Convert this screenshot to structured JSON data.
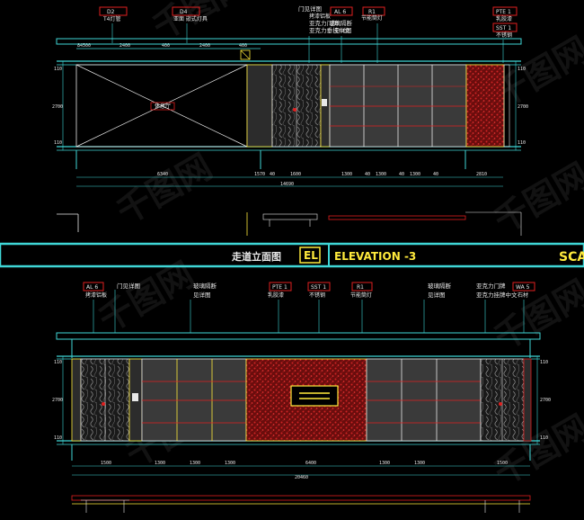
{
  "title_bar": {
    "chinese_title": "走道立面图",
    "badge": "EL",
    "elevation_label": "ELEVATION -3",
    "scale_label": "SCA"
  },
  "watermark": {
    "text": "千图网"
  },
  "top_drawing": {
    "tags": [
      {
        "code": "D2",
        "label": "T4灯管"
      },
      {
        "code": "D4",
        "label": "亚面 嵌式灯具"
      },
      {
        "code": "AL 6",
        "label": "拷漆铝板"
      },
      {
        "code": "R1",
        "label": "节能筒灯"
      },
      {
        "code": "PTE 1",
        "label": "乳胶漆"
      },
      {
        "code": "SST 1",
        "label": "不锈钢"
      }
    ],
    "notes": [
      "门见详图",
      "玻璃隔断",
      "见详图",
      "亚克力门牌",
      "亚克力垂挂中文"
    ],
    "room_label": "休息厅",
    "dims_top": [
      "84500",
      "2400",
      "400",
      "2400",
      "400"
    ],
    "dims_bottom": [
      "6340",
      "1570",
      "40",
      "1600",
      "1300",
      "40",
      "1300",
      "40",
      "1300",
      "40",
      "2810"
    ],
    "dims_total": "14690",
    "dims_side": [
      "110",
      "2700",
      "110"
    ]
  },
  "bottom_drawing": {
    "tags": [
      {
        "code": "AL 6",
        "label": "拷漆铝板"
      },
      {
        "code": "PTE 1",
        "label": "乳胶漆"
      },
      {
        "code": "SST 1",
        "label": "不锈钢"
      },
      {
        "code": "R1",
        "label": "节能筒灯"
      },
      {
        "code": "WA 5",
        "label": "石材"
      }
    ],
    "notes": [
      "门见详图",
      "玻璃隔断",
      "见详图",
      "亚克力门牌",
      "亚克力挂牌中文",
      "玻璃隔断",
      "见详图"
    ],
    "dims_bottom": [
      "1500",
      "1300",
      "1300",
      "1300",
      "6400",
      "1300",
      "1300",
      "1500"
    ],
    "dims_total": "20460",
    "dims_side": [
      "110",
      "2700",
      "110"
    ]
  },
  "colors": {
    "background": "#000000",
    "cyan_lines": "#3fd6d6",
    "yellow_lines": "#ffea3c",
    "red_lines": "#e02020",
    "white_text": "#e8e8e8",
    "dark_panel": "#3a3a3a",
    "red_pattern": "#b81818"
  }
}
